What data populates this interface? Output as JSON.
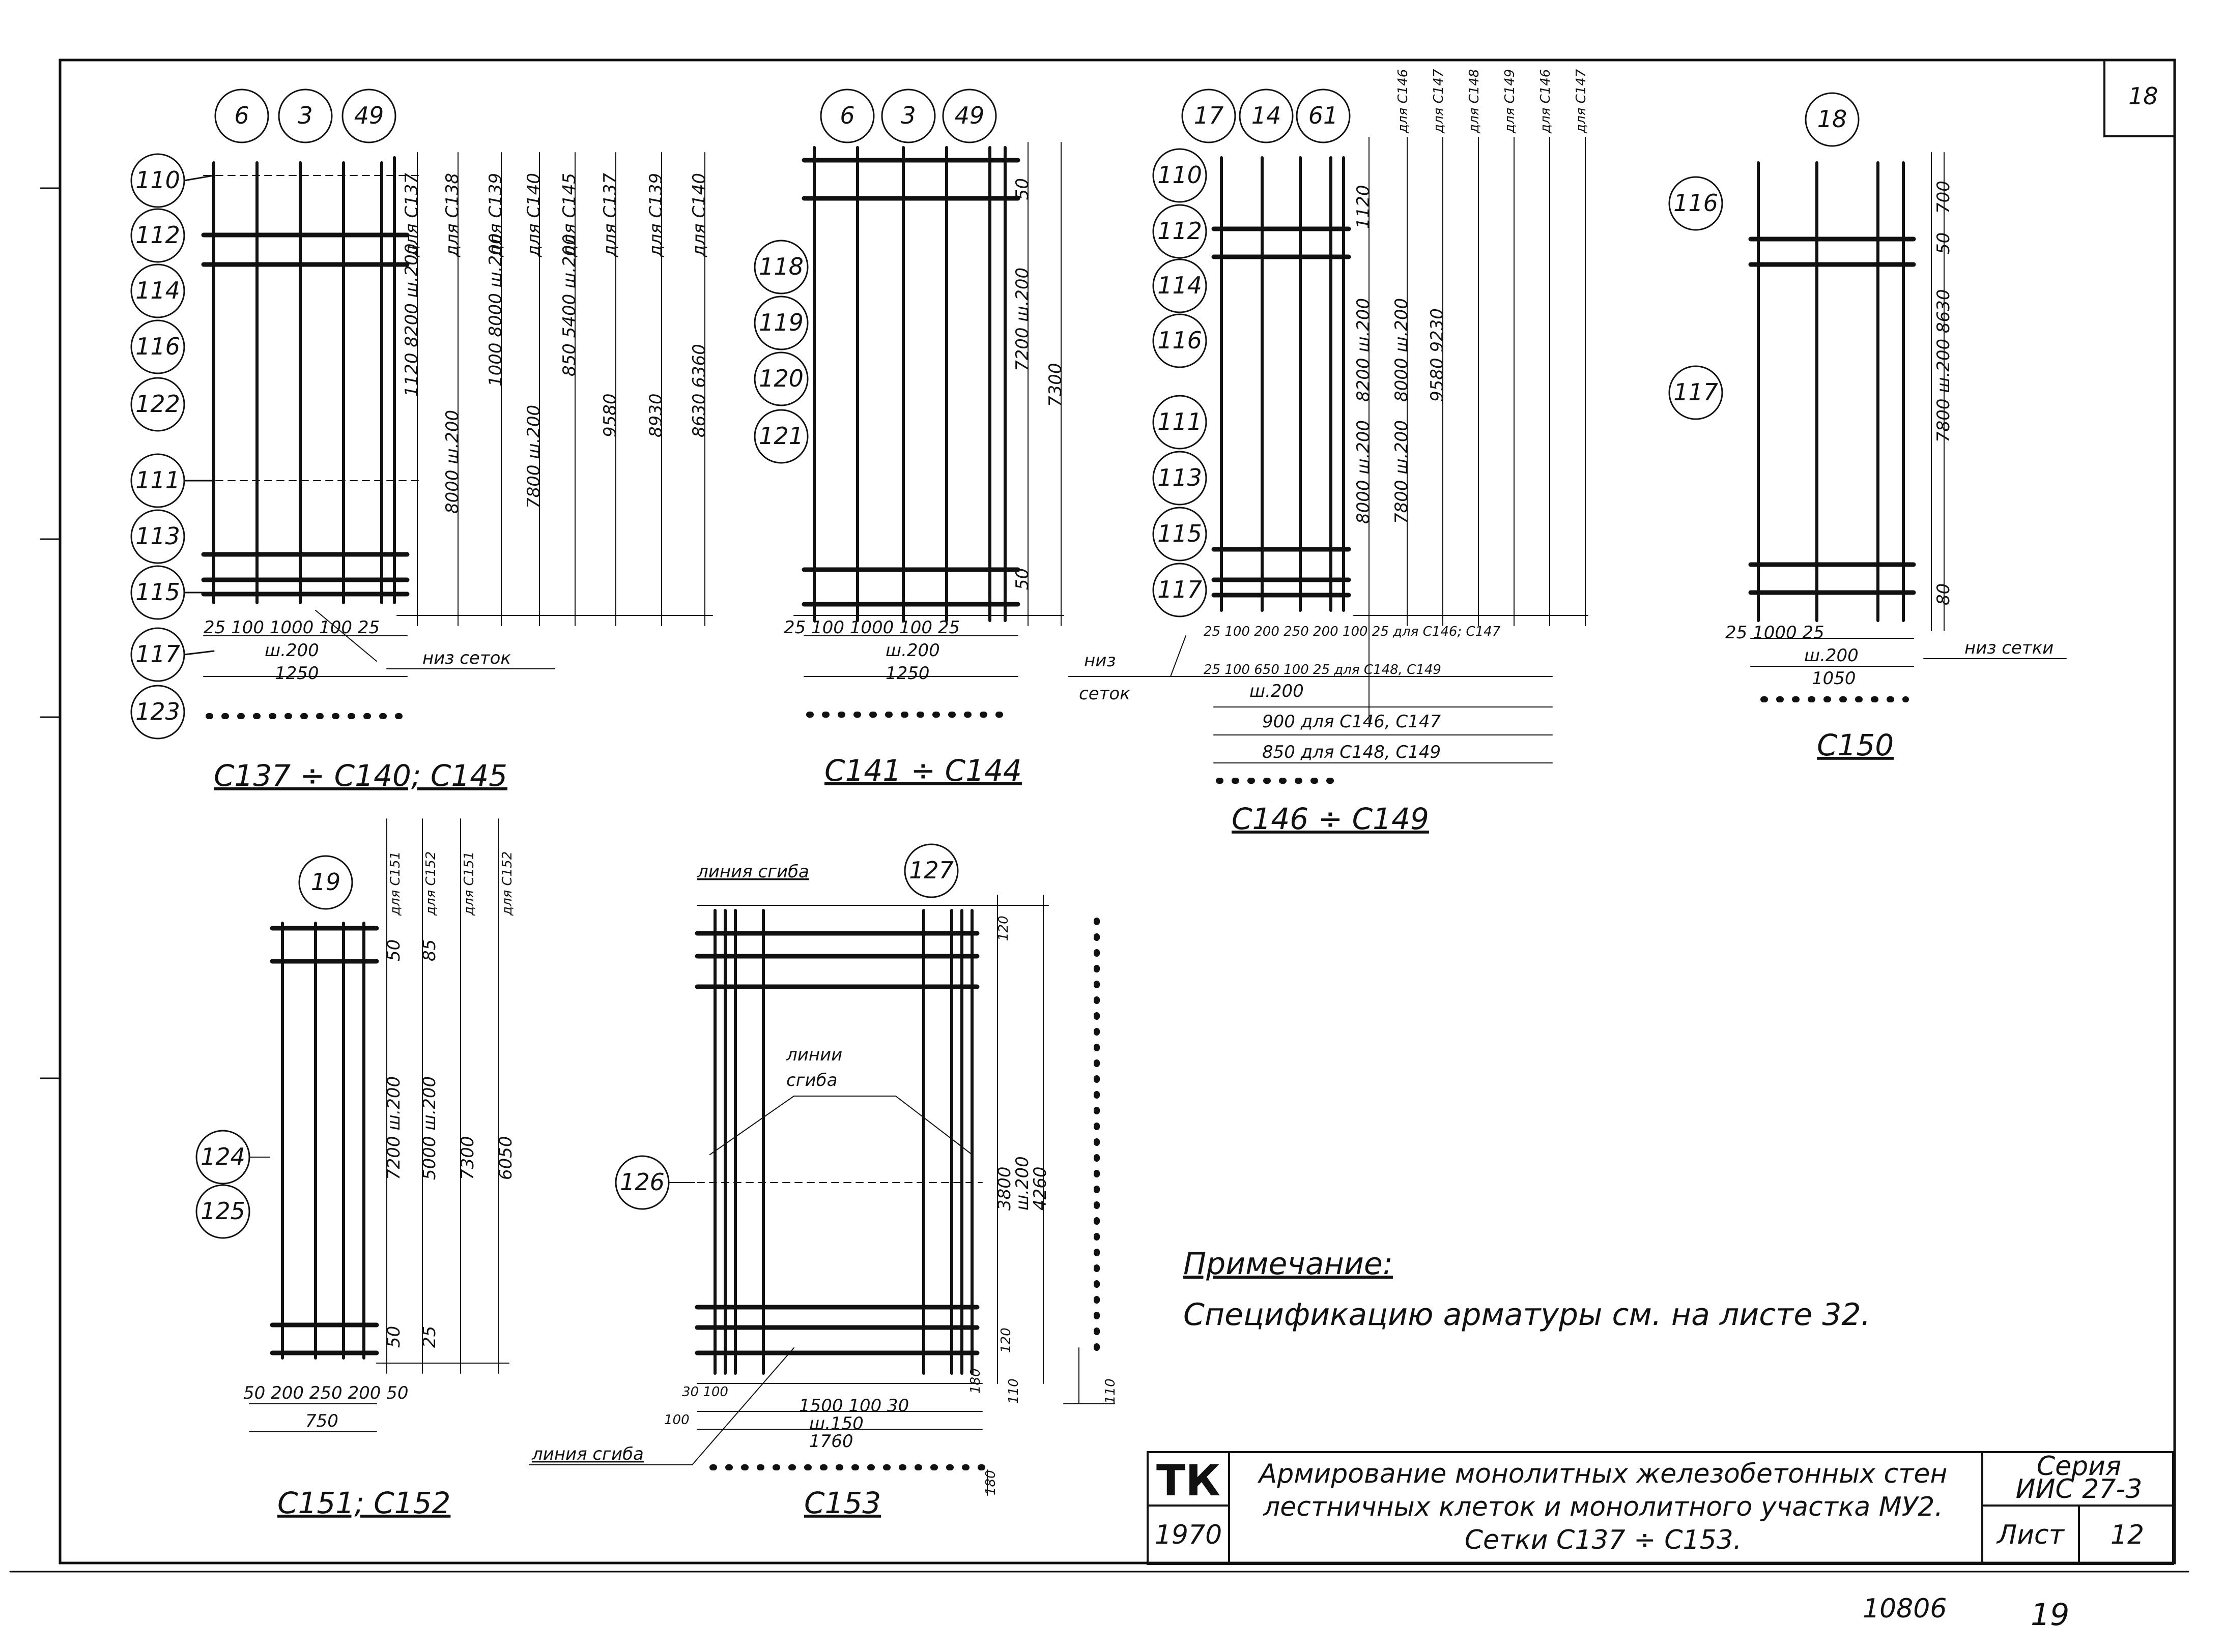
{
  "sheet": {
    "page_number": "18",
    "archive_number": "10806",
    "footer_number": "19"
  },
  "meshA": {
    "caption": "С137 ÷ С140; С145",
    "top_callouts": [
      "6",
      "3",
      "49"
    ],
    "side_callouts": [
      "110",
      "112",
      "114",
      "116",
      "122",
      "111",
      "113",
      "115",
      "117",
      "123"
    ],
    "col_dims": [
      {
        "top": "для С137",
        "mid": "1120  8200 ш.200"
      },
      {
        "top": "для С138",
        "mid": "8000 ш.200"
      },
      {
        "top": "для С139",
        "mid": "1000  8000 ш.200"
      },
      {
        "top": "для С140",
        "mid": "7800 ш.200"
      },
      {
        "top": "для С145",
        "mid": "850  5400 ш.200"
      },
      {
        "top": "для С137",
        "mid": "9580"
      },
      {
        "top": "для С139",
        "mid": "8930"
      },
      {
        "top": "для С140",
        "mid": "8630   6360"
      }
    ],
    "bottom_dims": {
      "row1": "25 100   1000    100 25",
      "row2": "ш.200",
      "row3": "1250"
    },
    "bottom_note": "низ сеток"
  },
  "meshB": {
    "caption": "С141 ÷ С144",
    "top_callouts": [
      "6",
      "3",
      "49"
    ],
    "side_callouts": [
      "118",
      "119",
      "120",
      "121"
    ],
    "dims": {
      "top": "50",
      "mid": "7200 ш.200",
      "total": "7300",
      "bottom": "50"
    },
    "bottom_dims": {
      "row1": "25 100   1000   100 25",
      "row2": "ш.200",
      "row3": "1250"
    }
  },
  "meshC": {
    "caption": "С146 ÷ С149",
    "top_callouts": [
      "17",
      "14",
      "61"
    ],
    "side_callouts": [
      "110",
      "112",
      "114",
      "116",
      "111",
      "113",
      "115",
      "117"
    ],
    "col_headers": [
      "для С146",
      "для С147",
      "для С148",
      "для С149",
      "для С146",
      "для С147"
    ],
    "dims": {
      "d1": "1120",
      "d2": "8200 ш.200",
      "d3": "8000 ш.200",
      "d4": "9580  9230",
      "d5": "8000 ш.200",
      "d6": "7800 ш.200"
    },
    "bottom_dims": {
      "row1": "25 100 200 250 200 100 25 для С146; С147",
      "row2": "25 100  650  100 25 для С148, С149",
      "row3": "ш.200",
      "row4": "900  для С146, С147",
      "row5": "850  для С148, С149"
    },
    "note_line1": "низ",
    "note_line2": "сеток"
  },
  "meshD": {
    "caption": "С150",
    "top_callouts": [
      "18"
    ],
    "side_callouts": [
      "116",
      "117"
    ],
    "dims": {
      "top": "700",
      "upper": "50",
      "mid": "7800 ш.200 8630",
      "bottom": "80"
    },
    "bottom_dims": {
      "row1": "25       1000        25",
      "row2": "ш.200",
      "row3": "1050"
    },
    "bottom_note": "низ сетки"
  },
  "meshE": {
    "caption": "С151; С152",
    "top_callouts": [
      "19"
    ],
    "side_callouts": [
      "124",
      "125"
    ],
    "col_headers": [
      "для С151",
      "для С152",
      "для С151",
      "для С152"
    ],
    "dims": {
      "top1": "50",
      "top2": "85",
      "mid1": "7200 ш.200",
      "mid2": "5000 ш.200",
      "mid3": "7300",
      "total": "6050",
      "bot1": "50",
      "bot2": "25"
    },
    "bottom_dims": {
      "row1": "50 200 250 200 50",
      "row2": "750"
    }
  },
  "meshF": {
    "caption": "С153",
    "top_callouts": [
      "127"
    ],
    "side_callouts": [
      "126"
    ],
    "fold_label_top": "линия сгиба",
    "fold_label_mid1": "линии",
    "fold_label_mid2": "сгиба",
    "fold_label_bottom": "линия сгиба",
    "dims": {
      "top": "120",
      "mid1": "3800",
      "mid2": "ш.200",
      "total": "4260",
      "bottom": "120",
      "bend1": "180",
      "bend2": "110",
      "bend3": "180",
      "side": "110"
    },
    "bottom_dims": {
      "row1": "30 100",
      "row2": "1500   100 30",
      "row3": "ш.150",
      "row4": "1760",
      "left": "100"
    }
  },
  "note": {
    "heading": "Примечание:",
    "text": "Спецификацию арматуры см. на листе 32."
  },
  "title_block": {
    "tk": "ТК",
    "year": "1970",
    "title": [
      "Армирование монолитных железобетонных стен",
      "лестничных клеток и монолитного участка МУ2.",
      "Сетки С137 ÷ С153."
    ],
    "series_label": "Серия",
    "series_value": "ИИС 27-3",
    "sheet_label": "Лист",
    "sheet_value": "12"
  }
}
